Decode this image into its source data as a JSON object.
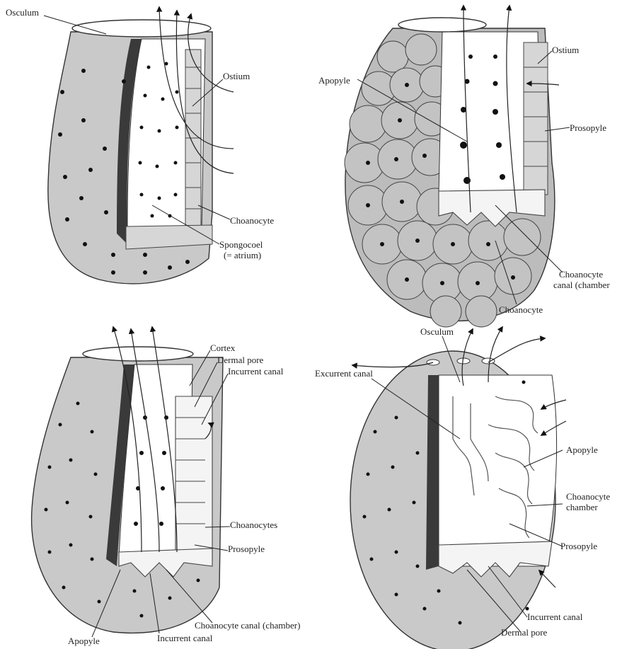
{
  "panels": {
    "asconoid": {
      "labels": {
        "osculum": "Osculum",
        "ostium": "Ostium",
        "choanocyte": "Choanocyte",
        "spongocoel": "Spongocoel",
        "atrium": "(= atrium)"
      }
    },
    "syconoid_a": {
      "labels": {
        "apopyle": "Apopyle",
        "ostium": "Ostium",
        "prosopyle": "Prosopyle",
        "choanocyte_canal_1": "Choanocyte",
        "choanocyte_canal_2": "canal (chamber",
        "choanocyte": "Choanocyte"
      }
    },
    "syconoid_b": {
      "labels": {
        "cortex": "Cortex",
        "dermal_pore": "Dermal pore",
        "incurrent_canal": "Incurrent canal",
        "choanocytes": "Choanocytes",
        "prosopyle": "Prosopyle",
        "apopyle": "Apopyle",
        "choanocyte_canal": "Choanocyte canal (chamber)",
        "incurrent_canal_bottom": "Incurrent canal"
      }
    },
    "leuconoid": {
      "labels": {
        "osculum": "Osculum",
        "excurrent_canal": "Excurrent canal",
        "apopyle": "Apopyle",
        "choanocyte_chamber_1": "Choanocyte",
        "choanocyte_chamber_2": "chamber",
        "prosopyle": "Prosopyle",
        "incurrent_canal": "Incurrent canal",
        "dermal_pore": "Dermal pore"
      }
    }
  }
}
